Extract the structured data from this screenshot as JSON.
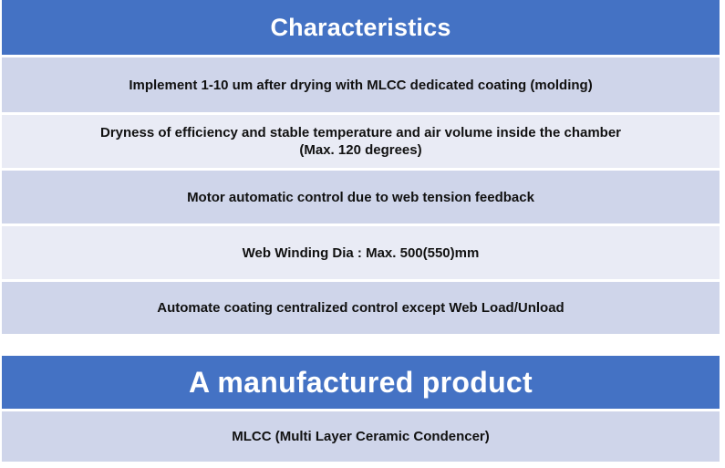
{
  "characteristics": {
    "title": "Characteristics",
    "rows": [
      {
        "line1": "Implement 1-10 um after drying with MLCC dedicated coating (molding)",
        "line2": ""
      },
      {
        "line1": "Dryness of efficiency and stable temperature and air volume inside the chamber",
        "line2": "(Max. 120 degrees)"
      },
      {
        "line1": "Motor automatic control due to web tension feedback",
        "line2": ""
      },
      {
        "line1": "Web Winding Dia : Max. 500(550)mm",
        "line2": ""
      },
      {
        "line1": "Automate coating centralized control except Web Load/Unload",
        "line2": ""
      }
    ]
  },
  "product": {
    "title": "A manufactured product",
    "rows": [
      {
        "line1": "MLCC (Multi Layer Ceramic Condencer)"
      }
    ]
  },
  "colors": {
    "header_bg": "#4472c4",
    "row_dark": "#cfd5ea",
    "row_light": "#e9ebf5"
  }
}
